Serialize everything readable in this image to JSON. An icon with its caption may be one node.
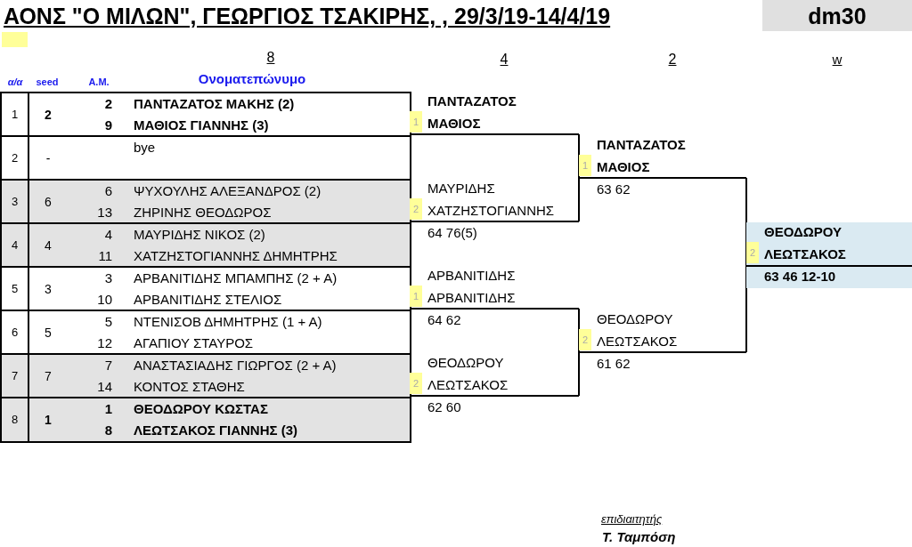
{
  "diagram": {
    "title": "ΑΟΝΣ \"Ο ΜΙΛΩΝ\", ΓΕΩΡΓΙΟΣ ΤΣΑΚΙΡΗΣ, , 29/3/19-14/4/19",
    "nodes": [
      {
        "text": [
          "dm30"
        ]
      },
      {
        "text": [
          "1",
          "2",
          "2",
          "ΠΑΝΤΑΖΑΤΟΣ ΜΑΚΗΣ (2)",
          "9",
          "ΜΑΘΙΟΣ ΓΙΑΝΝΗΣ (3)"
        ]
      },
      {
        "text": [
          "2",
          "-",
          "bye"
        ]
      },
      {
        "text": [
          "3",
          "6",
          "6",
          "ΨΥΧΟΥΛΗΣ ΑΛΕΞΑΝΔΡΟΣ (2)",
          "13",
          "ΖΗΡΙΝΗΣ ΘΕΟΔΩΡΟΣ"
        ]
      },
      {
        "text": [
          "4",
          "4",
          "4",
          "ΜΑΥΡΙΔΗΣ ΝΙΚΟΣ (2)",
          "11",
          "ΧΑΤΖΗΣΤΟΓΙΑΝΝΗΣ ΔΗΜΗΤΡΗΣ"
        ]
      },
      {
        "text": [
          "5",
          "3",
          "3",
          "ΑΡΒΑΝΙΤΙΔΗΣ ΜΠΑΜΠΗΣ (2 + Α)",
          "10",
          "ΑΡΒΑΝΙΤΙΔΗΣ ΣΤΕΛΙΟΣ"
        ]
      },
      {
        "text": [
          "6",
          "5",
          "5",
          "ΝΤΕΝΙΣΟΒ ΔΗΜΗΤΡΗΣ (1 + Α)",
          "12",
          "ΑΓΑΠΙΟΥ ΣΤΑΥΡΟΣ"
        ]
      },
      {
        "text": [
          "7",
          "7",
          "7",
          "ΑΝΑΣΤΑΣΙΑΔΗΣ ΓΙΩΡΓΟΣ (2 + Α)",
          "14",
          "ΚΟΝΤΟΣ ΣΤΑΘΗΣ"
        ]
      },
      {
        "text": [
          "8",
          "1",
          "1",
          "ΘΕΟΔΩΡΟΥ ΚΩΣΤΑΣ",
          "8",
          "ΛΕΩΤΣΑΚΟΣ ΓΙΑΝΝΗΣ (3)"
        ]
      },
      {
        "text": [
          "ΠΑΝΤΑΖΑΤΟΣ",
          "1",
          "ΜΑΘΙΟΣ"
        ]
      },
      {
        "text": [
          "ΜΑΥΡΙΔΗΣ",
          "2",
          "ΧΑΤΖΗΣΤΟΓΙΑΝΝΗΣ"
        ],
        "beside": [
          "64 76(5)"
        ]
      },
      {
        "text": [
          "ΑΡΒΑΝΙΤΙΔΗΣ",
          "1",
          "ΑΡΒΑΝΙΤΙΔΗΣ"
        ],
        "beside": [
          "64 62"
        ]
      },
      {
        "text": [
          "ΘΕΟΔΩΡΟΥ",
          "2",
          "ΛΕΩΤΣΑΚΟΣ"
        ],
        "beside": [
          "62 60"
        ]
      },
      {
        "text": [
          "ΠΑΝΤΑΖΑΤΟΣ",
          "1",
          "ΜΑΘΙΟΣ"
        ],
        "beside": [
          "63 62"
        ]
      },
      {
        "text": [
          "ΘΕΟΔΩΡΟΥ",
          "2",
          "ΛΕΩΤΣΑΚΟΣ"
        ],
        "beside": [
          "61 62"
        ]
      },
      {
        "text": [
          "ΘΕΟΔΩΡΟΥ",
          "2",
          "ΛΕΩΤΣΑΚΟΣ",
          "63 46 12-10"
        ]
      }
    ],
    "edges": [
      {
        "from": 9,
        "to": 13,
        "arrow": "none"
      },
      {
        "from": 10,
        "to": 13,
        "arrow": "none"
      },
      {
        "from": 11,
        "to": 14,
        "arrow": "none"
      },
      {
        "from": 12,
        "to": 14,
        "arrow": "none"
      },
      {
        "from": 13,
        "to": 15,
        "arrow": "none"
      },
      {
        "from": 14,
        "to": 15,
        "arrow": "none"
      }
    ],
    "labels": [
      "8",
      "4",
      "2",
      "w",
      "α/α",
      "seed",
      "A.M.",
      "Ονοματεπώνυμο",
      "επιδιαιτητής",
      "Τ. Ταμπόση"
    ]
  }
}
